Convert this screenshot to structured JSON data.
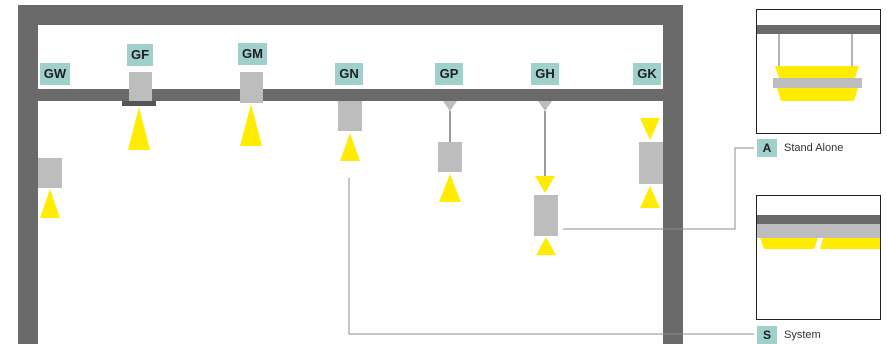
{
  "fixtures": [
    {
      "code": "GW",
      "type": "wall-mounted"
    },
    {
      "code": "GF",
      "type": "recessed"
    },
    {
      "code": "GM",
      "type": "surface-mounted-up"
    },
    {
      "code": "GN",
      "type": "surface-mounted-down"
    },
    {
      "code": "GP",
      "type": "pendant-short"
    },
    {
      "code": "GH",
      "type": "pendant-long-up-down"
    },
    {
      "code": "GK",
      "type": "wall-up-down"
    }
  ],
  "callouts": {
    "stand_alone": {
      "letter": "A",
      "label": "Stand Alone"
    },
    "system": {
      "letter": "S",
      "label": "System"
    }
  },
  "colors": {
    "wall": "#6a6a6a",
    "fixture": "#bdbdbd",
    "light": "#ffec00",
    "tag": "#9fd0cc",
    "leader": "#8c8c8c"
  }
}
